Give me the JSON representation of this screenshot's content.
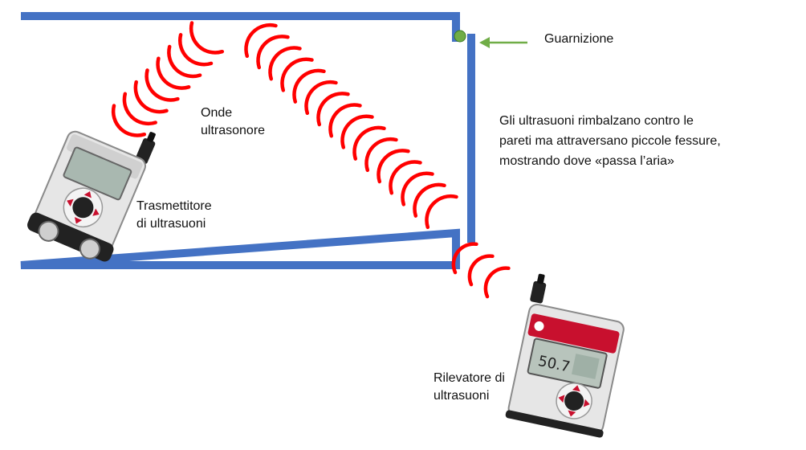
{
  "labels": {
    "waves": [
      "Onde",
      "ultrasonore"
    ],
    "transmitter": [
      "Trasmettitore",
      "di ultrasuoni"
    ],
    "receiver": [
      "Rilevatore di",
      "ultrasuoni"
    ],
    "gasket": "Guarnizione",
    "explanation": [
      "Gli ultrasuoni rimbalzano contro le",
      "pareti ma attraversano piccole fessure,",
      "mostrando dove «passa l’aria»"
    ]
  },
  "receiver_display": {
    "reading": "50.7"
  },
  "colors": {
    "wall": "#4472C4",
    "wave": "#FF0000",
    "gasket": "#70AD47",
    "arrow": "#70AD47",
    "device_body": "#E6E6E6",
    "device_red": "#C8102E"
  }
}
